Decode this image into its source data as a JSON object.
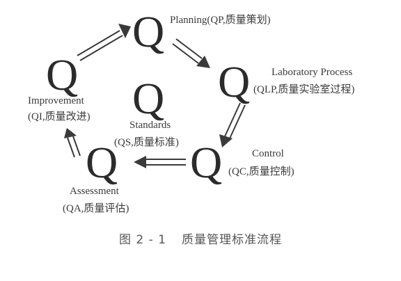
{
  "nodes": {
    "planning": {
      "letter": "Q",
      "label": "Planning(QP,质量策划)"
    },
    "laboratory": {
      "letter": "Q",
      "label_line1": "Laboratory Process",
      "label_line2": "(QLP,质量实验室过程)"
    },
    "control": {
      "letter": "Q",
      "label_line1": "Control",
      "label_line2": "(QC,质量控制)"
    },
    "assessment": {
      "letter": "Q",
      "label_line1": "Assessment",
      "label_line2": "(QA,质量评估)"
    },
    "improvement": {
      "letter": "Q",
      "label_line1": "Improvement",
      "label_line2": "(QI,质量改进)"
    },
    "standards": {
      "letter": "Q",
      "label_line1": "Standards",
      "label_line2": "(QS,质量标准)"
    }
  },
  "caption": {
    "number": "图 2 - 1",
    "title": "质量管理标准流程"
  },
  "colors": {
    "text": "#2b2b2b",
    "arrow": "#3a3a3a"
  }
}
